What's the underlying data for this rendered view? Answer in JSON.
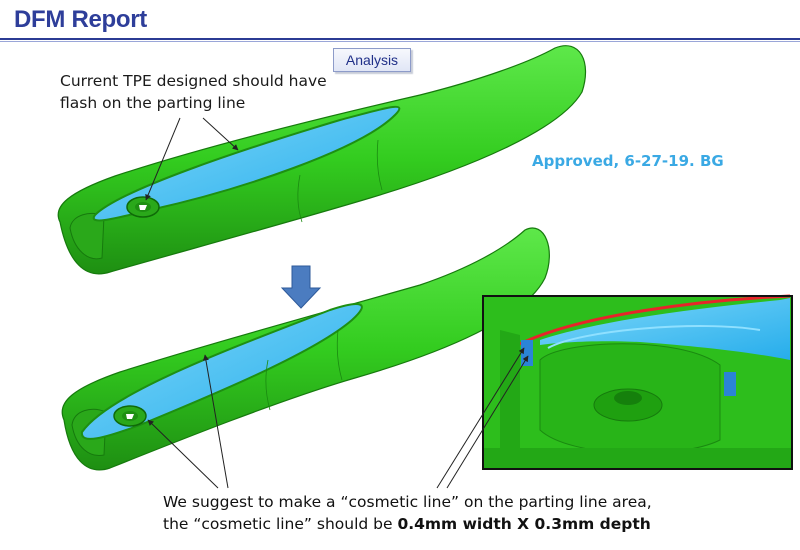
{
  "header": {
    "title": "DFM Report",
    "tag": "Analysis"
  },
  "notes": {
    "top": "Current TPE designed should have flash on the parting line",
    "approved": "Approved, 6-27-19. BG",
    "bottom_line1": "We suggest to make a “cosmetic line” on the parting line area,",
    "bottom_line2_prefix": "the “cosmetic line” should be ",
    "bottom_line2_bold": "0.4mm width X 0.3mm depth"
  },
  "colors": {
    "title": "#2E3E9A",
    "part_green": "#33CC1F",
    "cavity_blue": "#33BDF2",
    "approved": "#3AA9E4",
    "cosmetic_line": "#E8242A",
    "arrow_blue": "#4B7CC0"
  }
}
